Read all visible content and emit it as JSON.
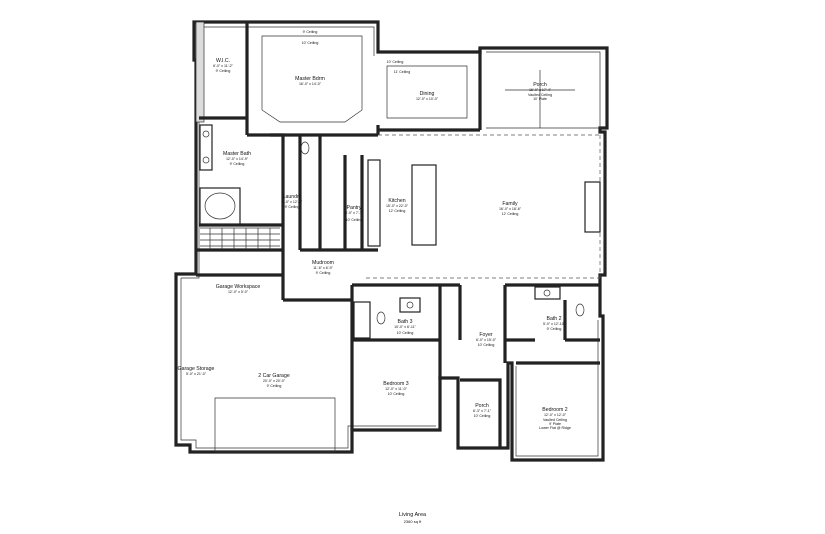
{
  "plan": {
    "rooms": [
      {
        "key": "wic",
        "name": "W.I.C.",
        "dims": "6'-0\" x 11'-2\"",
        "ceiling": "9' Ceiling"
      },
      {
        "key": "master_bdrm",
        "name": "Master Bdrm",
        "dims": "16'-0\" x 14'-0\"",
        "ceiling": "10' Ceiling",
        "ceiling_top": "9' Ceiling"
      },
      {
        "key": "dining",
        "name": "Dining",
        "dims": "12'-0\" x 10'-0\"",
        "ceiling": "11' Ceiling",
        "ceiling_top": "10' Ceiling"
      },
      {
        "key": "porch_rear",
        "name": "Porch",
        "dims": "16'-0\" x 17'-4\"",
        "ceiling": "Vaulted Ceiling",
        "extra": "10' Plate"
      },
      {
        "key": "master_bath",
        "name": "Master Bath",
        "dims": "12'-0\" x 14'-9\"",
        "ceiling": "9' Ceiling"
      },
      {
        "key": "laundry",
        "name": "Laundry",
        "dims": "6'-0\" x 12'-0\"",
        "ceiling": "9' Ceiling"
      },
      {
        "key": "pantry",
        "name": "Pantry",
        "dims": "6'-0\" x 7'-7\"",
        "ceiling": "10' Ceiling"
      },
      {
        "key": "kitchen",
        "name": "Kitchen",
        "dims": "15'-0\" x 22'-0\"",
        "ceiling": "12' Ceiling"
      },
      {
        "key": "family",
        "name": "Family",
        "dims": "16'-0\" x 18'-6\"",
        "ceiling": "12' Ceiling"
      },
      {
        "key": "mudroom",
        "name": "Mudroom",
        "dims": "11'-6\" x 6'-9\"",
        "ceiling": "9' Ceiling"
      },
      {
        "key": "garage_workspace",
        "name": "Garage Workspace",
        "dims": "12'-0\" x 5'-0\""
      },
      {
        "key": "garage_storage",
        "name": "Garage Storage",
        "dims": "5'-0\" x 21'-0\""
      },
      {
        "key": "garage",
        "name": "2 Car Garage",
        "dims": "20'-0\" x 20'-0\"",
        "ceiling": "9' Ceiling"
      },
      {
        "key": "bath3",
        "name": "Bath 3",
        "dims": "10'-0\" x 6'-11\"",
        "ceiling": "10' Ceiling"
      },
      {
        "key": "foyer",
        "name": "Foyer",
        "dims": "6'-0\" x 15'-0\"",
        "ceiling": "10' Ceiling"
      },
      {
        "key": "bath2",
        "name": "Bath 2",
        "dims": "5'-0\" x 12'-10\"",
        "ceiling": "9' Ceiling"
      },
      {
        "key": "bedroom3",
        "name": "Bedroom 3",
        "dims": "12'-0\" x 11'-0\"",
        "ceiling": "10' Ceiling"
      },
      {
        "key": "porch_front",
        "name": "Porch",
        "dims": "6'-3\" x 7'-1\"",
        "ceiling": "10' Ceiling"
      },
      {
        "key": "bedroom2",
        "name": "Bedroom 2",
        "dims": "12'-0\" x 12'-0\"",
        "ceiling": "Vaulted Ceiling",
        "extra": "9' Plate",
        "extra2": "Lower Flat @ Ridge"
      }
    ]
  },
  "footer": {
    "title": "Living Area",
    "value": "2360 sq ft"
  }
}
